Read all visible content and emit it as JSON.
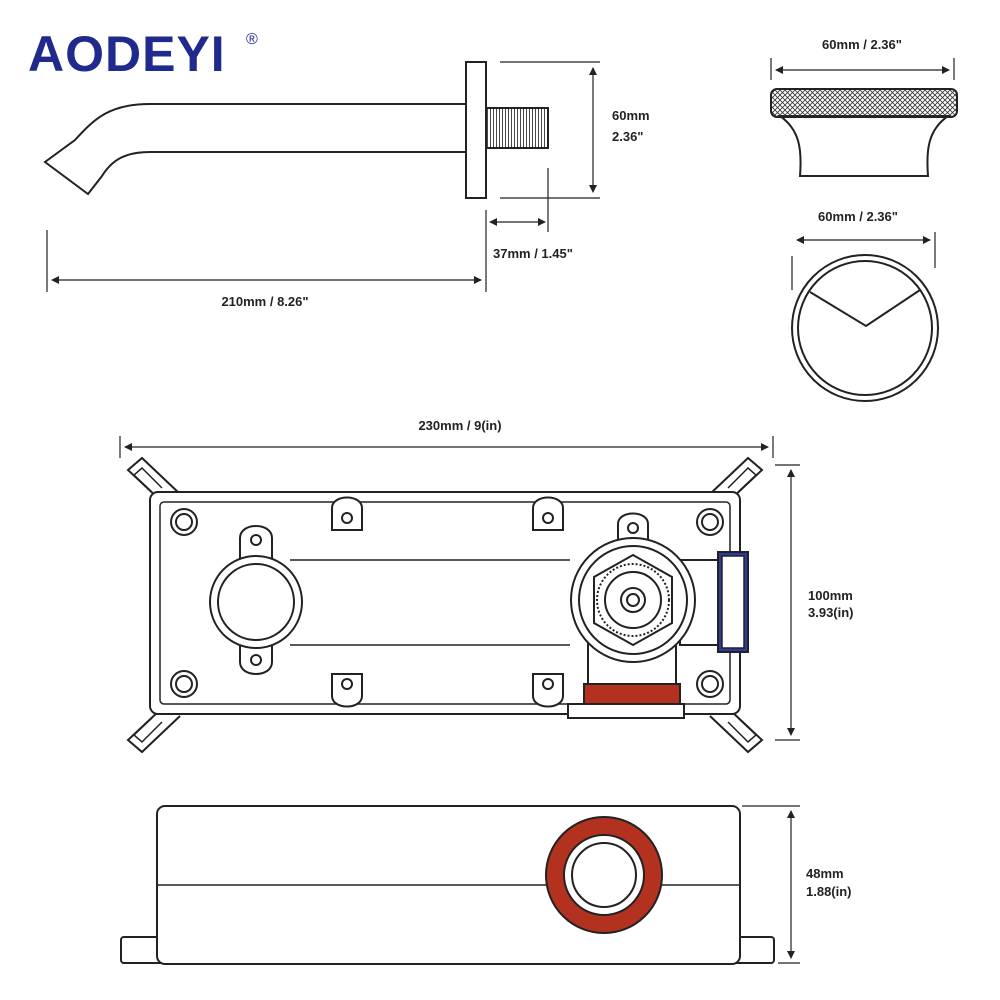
{
  "brand": {
    "name": "AODEYI",
    "registered": "®",
    "color": "#1f2a8c"
  },
  "spout": {
    "length_label": "210mm / 8.26\"",
    "thread_label": "37mm / 1.45\"",
    "flange_h_line1": "60mm",
    "flange_h_line2": "2.36\""
  },
  "handle_side": {
    "width_label": "60mm / 2.36\""
  },
  "handle_top": {
    "width_label": "60mm / 2.36\""
  },
  "valve_box_front": {
    "width_label": "230mm / 9(in)",
    "height_line1": "100mm",
    "height_line2": "3.93(in)",
    "seal_blue": "#2e3b9e",
    "seal_red": "#b3321f"
  },
  "valve_box_side": {
    "depth_line1": "48mm",
    "depth_line2": "1.88(in)",
    "ring_red": "#b3321f"
  }
}
